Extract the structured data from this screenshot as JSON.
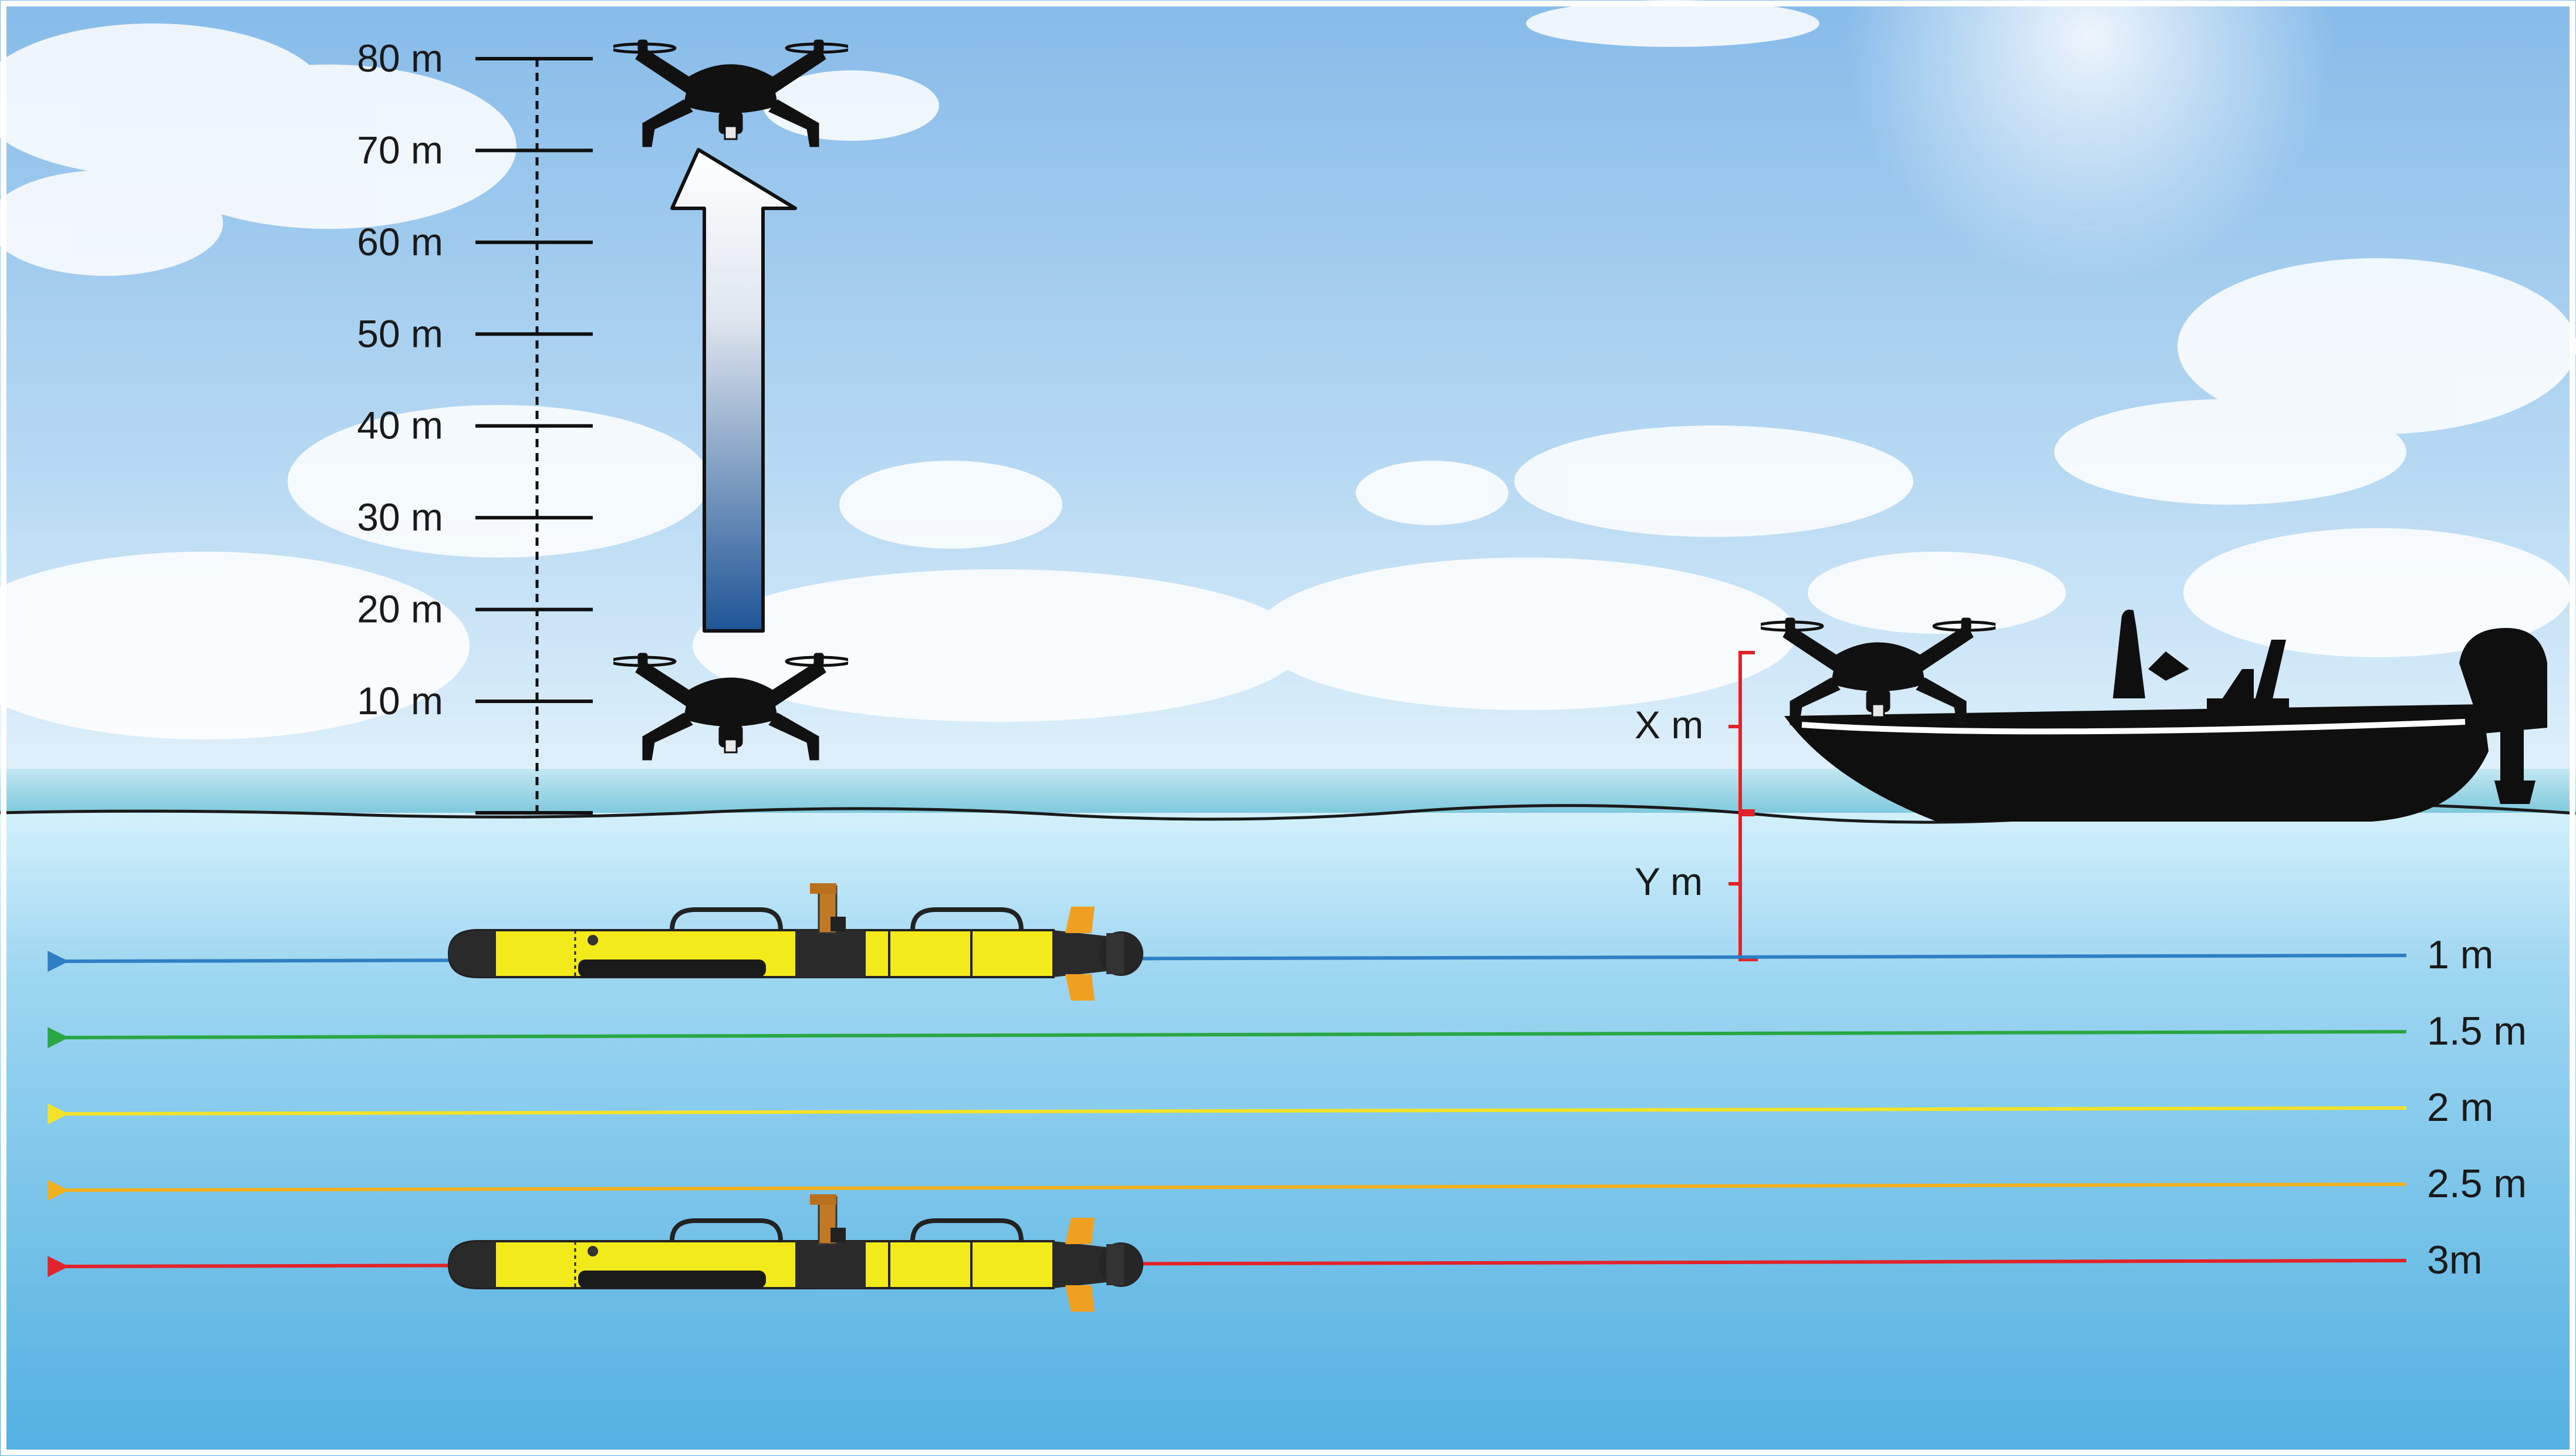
{
  "altitude_scale": {
    "unit": "m",
    "ticks": [
      {
        "value": 80,
        "label": "80 m"
      },
      {
        "value": 70,
        "label": "70 m"
      },
      {
        "value": 60,
        "label": "60 m"
      },
      {
        "value": 50,
        "label": "50 m"
      },
      {
        "value": 40,
        "label": "40 m"
      },
      {
        "value": 30,
        "label": "30 m"
      },
      {
        "value": 20,
        "label": "20 m"
      },
      {
        "value": 10,
        "label": "10 m"
      }
    ]
  },
  "boat_offsets": {
    "above_label": "X m",
    "below_label": "Y m"
  },
  "depth_lines": [
    {
      "label": "1 m",
      "color": "#2f7fc4"
    },
    {
      "label": "1.5 m",
      "color": "#2aa745"
    },
    {
      "label": "2 m",
      "color": "#f2e32a"
    },
    {
      "label": "2.5 m",
      "color": "#f0b020"
    },
    {
      "label": "3m",
      "color": "#e0242a"
    }
  ],
  "colors": {
    "sky_top": "#8fc0ea",
    "sea_surface": "#cdeefa",
    "sea_deep": "#55b2e2",
    "scale_red": "#e0242a",
    "arrow_top": "#ffffff",
    "arrow_bottom": "#1f5596",
    "auv_body": "#f2ea1a",
    "auv_fin": "#f0a020"
  },
  "icons": [
    "drone-icon",
    "boat-icon",
    "auv-icon",
    "up-arrow-icon"
  ]
}
